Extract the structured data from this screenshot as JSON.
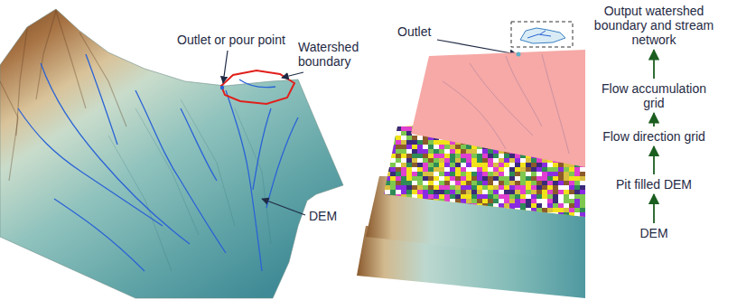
{
  "diagram": {
    "nodes": [
      {
        "text": [
          "Output watershed boundary and stream network"
        ]
      },
      {
        "text": [
          "Flow accumulation grid"
        ]
      },
      {
        "text": [
          "Flow direction grid"
        ]
      },
      {
        "text": [
          "Pit filled DEM"
        ]
      },
      {
        "text": [
          "DEM"
        ]
      }
    ],
    "edges": [
      {
        "from": 4,
        "to": 3,
        "arrow": "to"
      },
      {
        "from": 3,
        "to": 2,
        "arrow": "to"
      },
      {
        "from": 2,
        "to": 1,
        "arrow": "to"
      },
      {
        "from": 1,
        "to": 0,
        "arrow": "to"
      }
    ],
    "labels": [
      "Outlet or pour point",
      "Watershed boundary",
      "DEM",
      "Outlet"
    ]
  }
}
